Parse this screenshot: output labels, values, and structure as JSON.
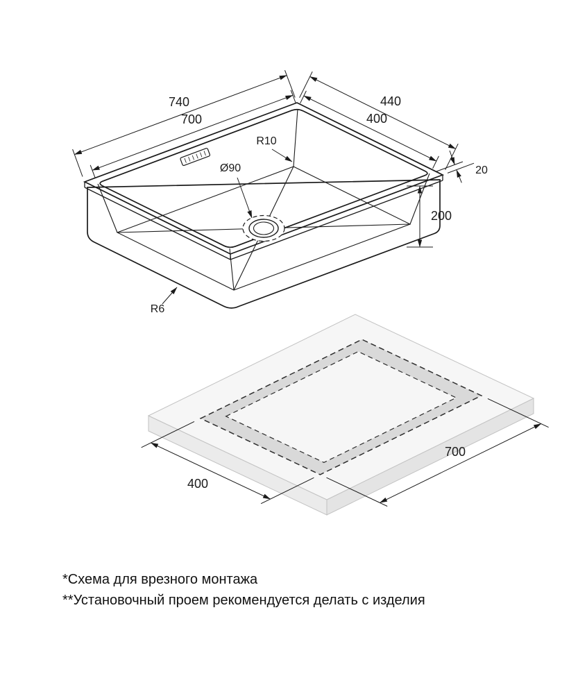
{
  "drawing": {
    "sink": {
      "outer_width": "740",
      "inner_width": "700",
      "outer_depth": "440",
      "inner_depth": "400",
      "rim_width": "20",
      "bowl_depth": "200",
      "inner_corner_radius": "R10",
      "drain_diameter": "Ø90",
      "bottom_corner_radius": "R6"
    },
    "cutout": {
      "width": "700",
      "depth": "400"
    },
    "notes": [
      "*Схема для врезного монтажа",
      "**Установочный проем рекомендуется делать с изделия"
    ],
    "colors": {
      "line": "#1a1a1a",
      "slab_top": "#f6f6f6",
      "slab_side": "#e9e9e9",
      "cutout_band": "#d9d9d9"
    }
  }
}
